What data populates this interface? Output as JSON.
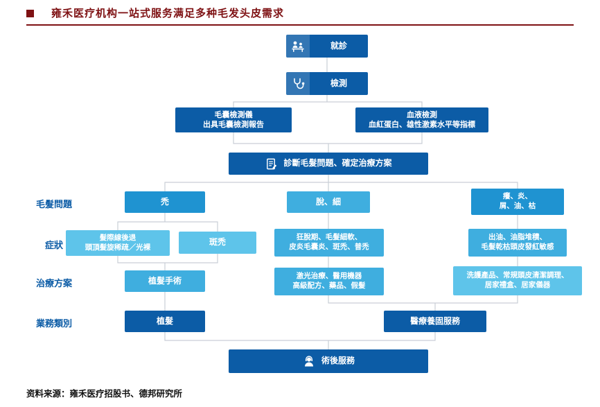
{
  "header": {
    "title": "雍禾医疗机构一站式服务满足多种毛发头皮需求"
  },
  "colors": {
    "accent_red": "#7e1113",
    "dark_blue": "#0c5ca6",
    "mid_blue": "#1f93d1",
    "light_blue": "#3faedf",
    "lighter_blue": "#5ec4ea",
    "connector_gray": "#c9ced6"
  },
  "icons": {
    "visit": "doctor-visit-icon",
    "test": "stethoscope-icon",
    "diagnose": "report-icon",
    "aftercare": "support-person-icon"
  },
  "flow": {
    "visit": {
      "label": "就診"
    },
    "test": {
      "label": "檢測"
    },
    "follicle_test": {
      "label": "毛囊檢測儀\n出具毛囊檢測報告"
    },
    "blood_test": {
      "label": "血液檢測\n血紅蛋白、雄性激素水平等指標"
    },
    "diagnose": {
      "label": "診斷毛髮問題、確定治療方案"
    },
    "aftercare": {
      "label": "術後服務"
    }
  },
  "rows": {
    "hair_problem": {
      "label": "毛髮問題",
      "items": {
        "bald": "禿",
        "loss_thin": "脫、細",
        "itch_oil": "癢、炎、\n屑、油、枯"
      }
    },
    "symptom": {
      "label": "症狀",
      "items": {
        "hairline": "髮際線後退\n頭頂髮旋稀疏／光裸",
        "areata": "斑禿",
        "shedding": "狂脫期、毛髮細軟、\n皮炎毛囊炎、斑禿、普禿",
        "oily": "出油、油脂堆積、\n毛髮乾枯頭皮發紅敏感"
      }
    },
    "treatment": {
      "label": "治療方案",
      "items": {
        "surgery": "植髮手術",
        "laser": "激光治療、醫用機器\n高級配方、藥品、假髮",
        "wash": "洗護產品、常規頭皮清潔調理、\n居家禮盒、居家儀器"
      }
    },
    "business": {
      "label": "業務類別",
      "items": {
        "transplant": "植髮",
        "medical_care": "醫療養固服務"
      }
    }
  },
  "footer": {
    "source": "资料来源：雍禾医疗招股书、德邦研究所"
  }
}
